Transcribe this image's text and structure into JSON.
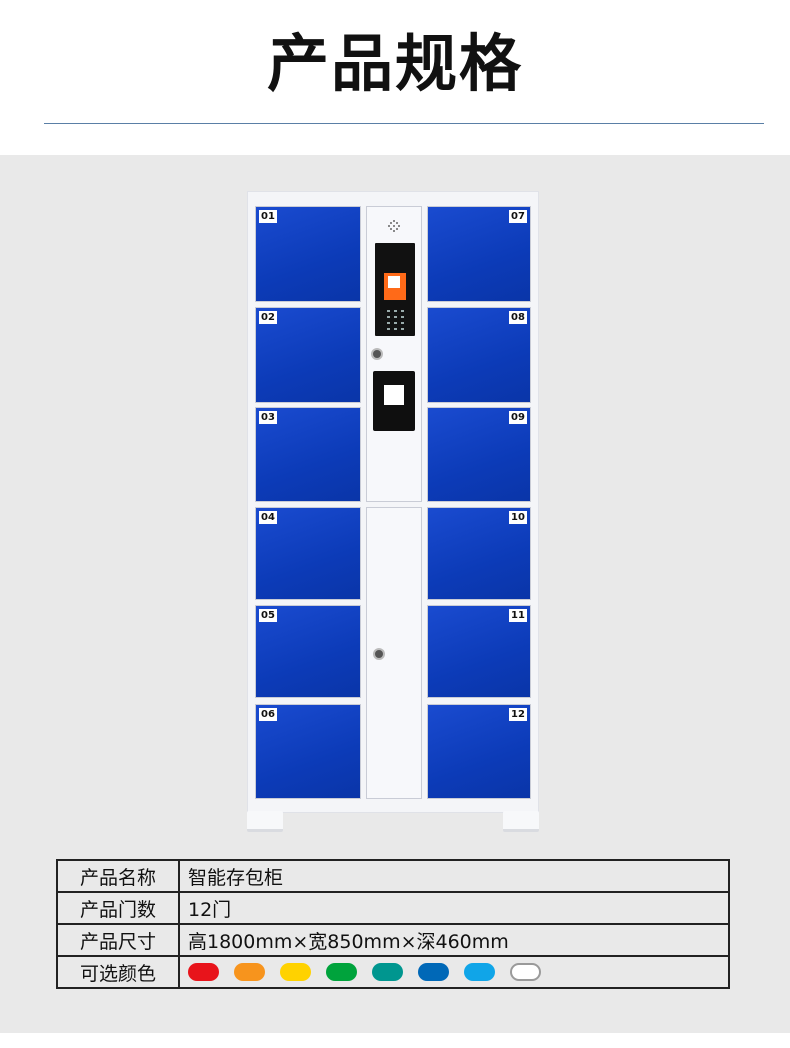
{
  "page_title": "产品规格",
  "locker": {
    "left_doors": [
      "01",
      "02",
      "03",
      "04",
      "05",
      "06"
    ],
    "right_doors": [
      "07",
      "08",
      "09",
      "10",
      "11",
      "12"
    ]
  },
  "spec_table": {
    "rows": [
      {
        "key": "产品名称",
        "value": "智能存包柜"
      },
      {
        "key": "产品门数",
        "value": "12门"
      },
      {
        "key": "产品尺寸",
        "value": "高1800mm×宽850mm×深460mm"
      },
      {
        "key": "可选颜色",
        "value": ""
      }
    ],
    "colors": [
      "#e8141b",
      "#f7941d",
      "#ffd200",
      "#00a33c",
      "#00968f",
      "#0068b7",
      "#10a5e8",
      "#ffffff"
    ]
  }
}
